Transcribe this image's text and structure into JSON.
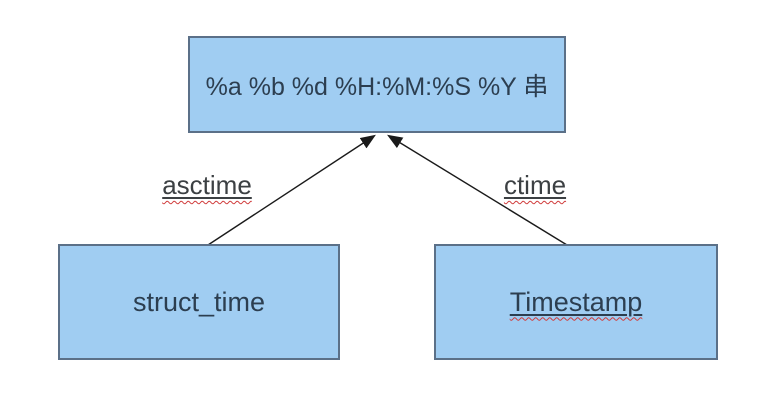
{
  "diagram": {
    "nodes": [
      {
        "label": "%a %b %d %H:%M:%S %Y 串",
        "misspell_underline": false
      },
      {
        "label": "struct_time",
        "misspell_underline": false
      },
      {
        "label": "Timestamp",
        "misspell_underline": true
      }
    ],
    "edges": [
      {
        "label": "asctime",
        "from": "struct_time",
        "to": "%a %b %d %H:%M:%S %Y 串",
        "misspell_underline": true
      },
      {
        "label": "ctime",
        "from": "Timestamp",
        "to": "%a %b %d %H:%M:%S %Y 串",
        "misspell_underline": true
      }
    ],
    "colors": {
      "background": "#ffffff",
      "node_fill": "#a0cdf2",
      "node_border": "#5b7088",
      "node_text": "#2c3e50",
      "edge_label_text": "#3c4043",
      "edge_line": "#1a1a1a",
      "arrowhead": "#1a1a1a",
      "spellcheck_underline": "#d03b3b"
    }
  }
}
